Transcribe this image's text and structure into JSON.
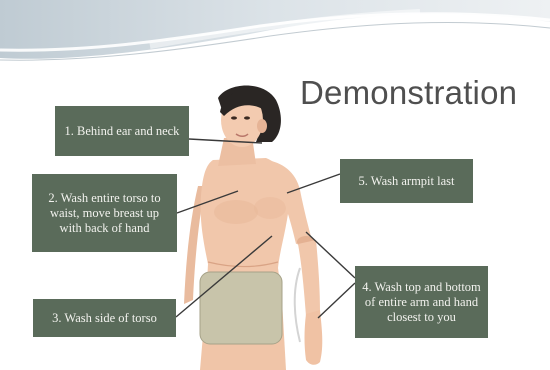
{
  "slide": {
    "title": "Demonstration",
    "labels": [
      "1. Behind ear and neck",
      "2. Wash entire torso to waist, move breast up with back of hand",
      "3. Wash side of torso",
      "4. Wash top and bottom of entire arm and hand closest to you",
      "5. Wash armpit last"
    ]
  },
  "colors": {
    "label_bg": "#5a6b5a",
    "label_text": "#f2f2ee",
    "title_text": "#4f4f4f",
    "skin": "#f1c7ab",
    "hair": "#2a2624",
    "towel": "#c8c4aa"
  }
}
